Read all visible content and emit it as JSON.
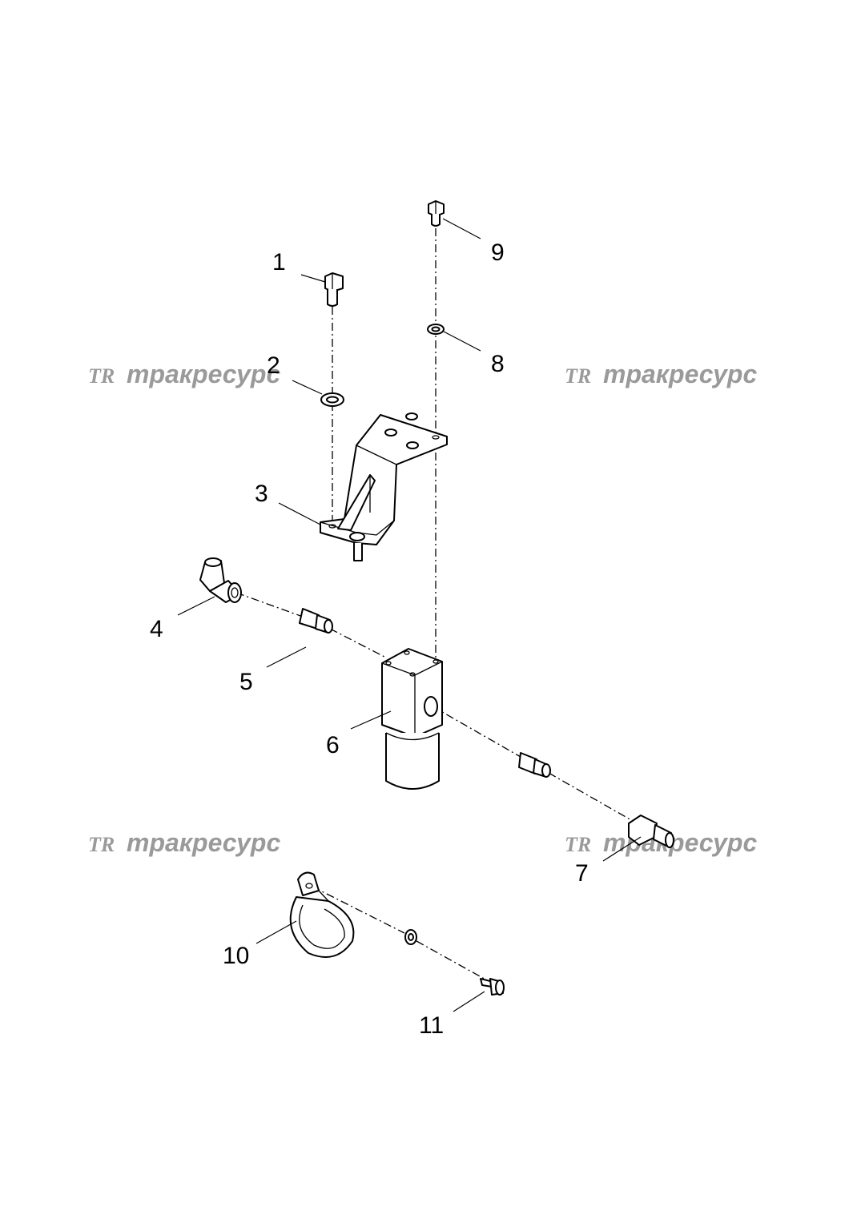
{
  "callouts": {
    "c1": "1",
    "c2": "2",
    "c3": "3",
    "c4": "4",
    "c5": "5",
    "c6": "6",
    "c7": "7",
    "c8": "8",
    "c9": "9",
    "c10": "10",
    "c11": "11"
  },
  "watermark": {
    "logo": "TR",
    "text": "тракресурс"
  }
}
